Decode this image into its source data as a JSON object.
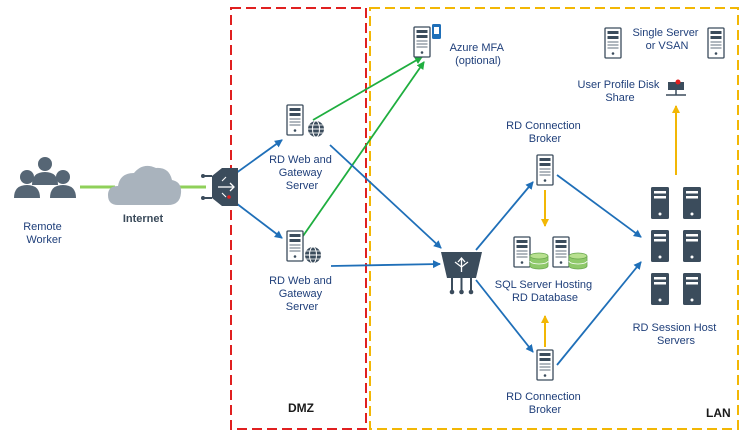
{
  "zones": {
    "dmz": "DMZ",
    "lan": "LAN"
  },
  "labels": {
    "remote_worker": [
      "Remote",
      "Worker"
    ],
    "internet": "Internet",
    "rd_web_gw_top": [
      "RD Web and",
      "Gateway",
      "Server"
    ],
    "rd_web_gw_bottom": [
      "RD Web and",
      "Gateway",
      "Server"
    ],
    "azure_mfa": [
      "Azure MFA",
      "(optional)"
    ],
    "single_server": [
      "Single Server",
      "or VSAN"
    ],
    "upd_share": [
      "User Profile Disk",
      "Share"
    ],
    "rd_broker_top": [
      "RD Connection",
      "Broker"
    ],
    "rd_broker_bottom": [
      "RD Connection",
      "Broker"
    ],
    "sql_server": [
      "SQL Server Hosting",
      "RD Database"
    ],
    "session_hosts": [
      "RD Session Host",
      "Servers"
    ]
  },
  "colors": {
    "dmz_border": "#e02020",
    "lan_border": "#f2b705",
    "green_link": "#1fae3f",
    "blue_link": "#1f6fb8",
    "yellow_link": "#f2b705",
    "icon_dark": "#3b4c5c",
    "label_blue": "#1f3f7a"
  }
}
